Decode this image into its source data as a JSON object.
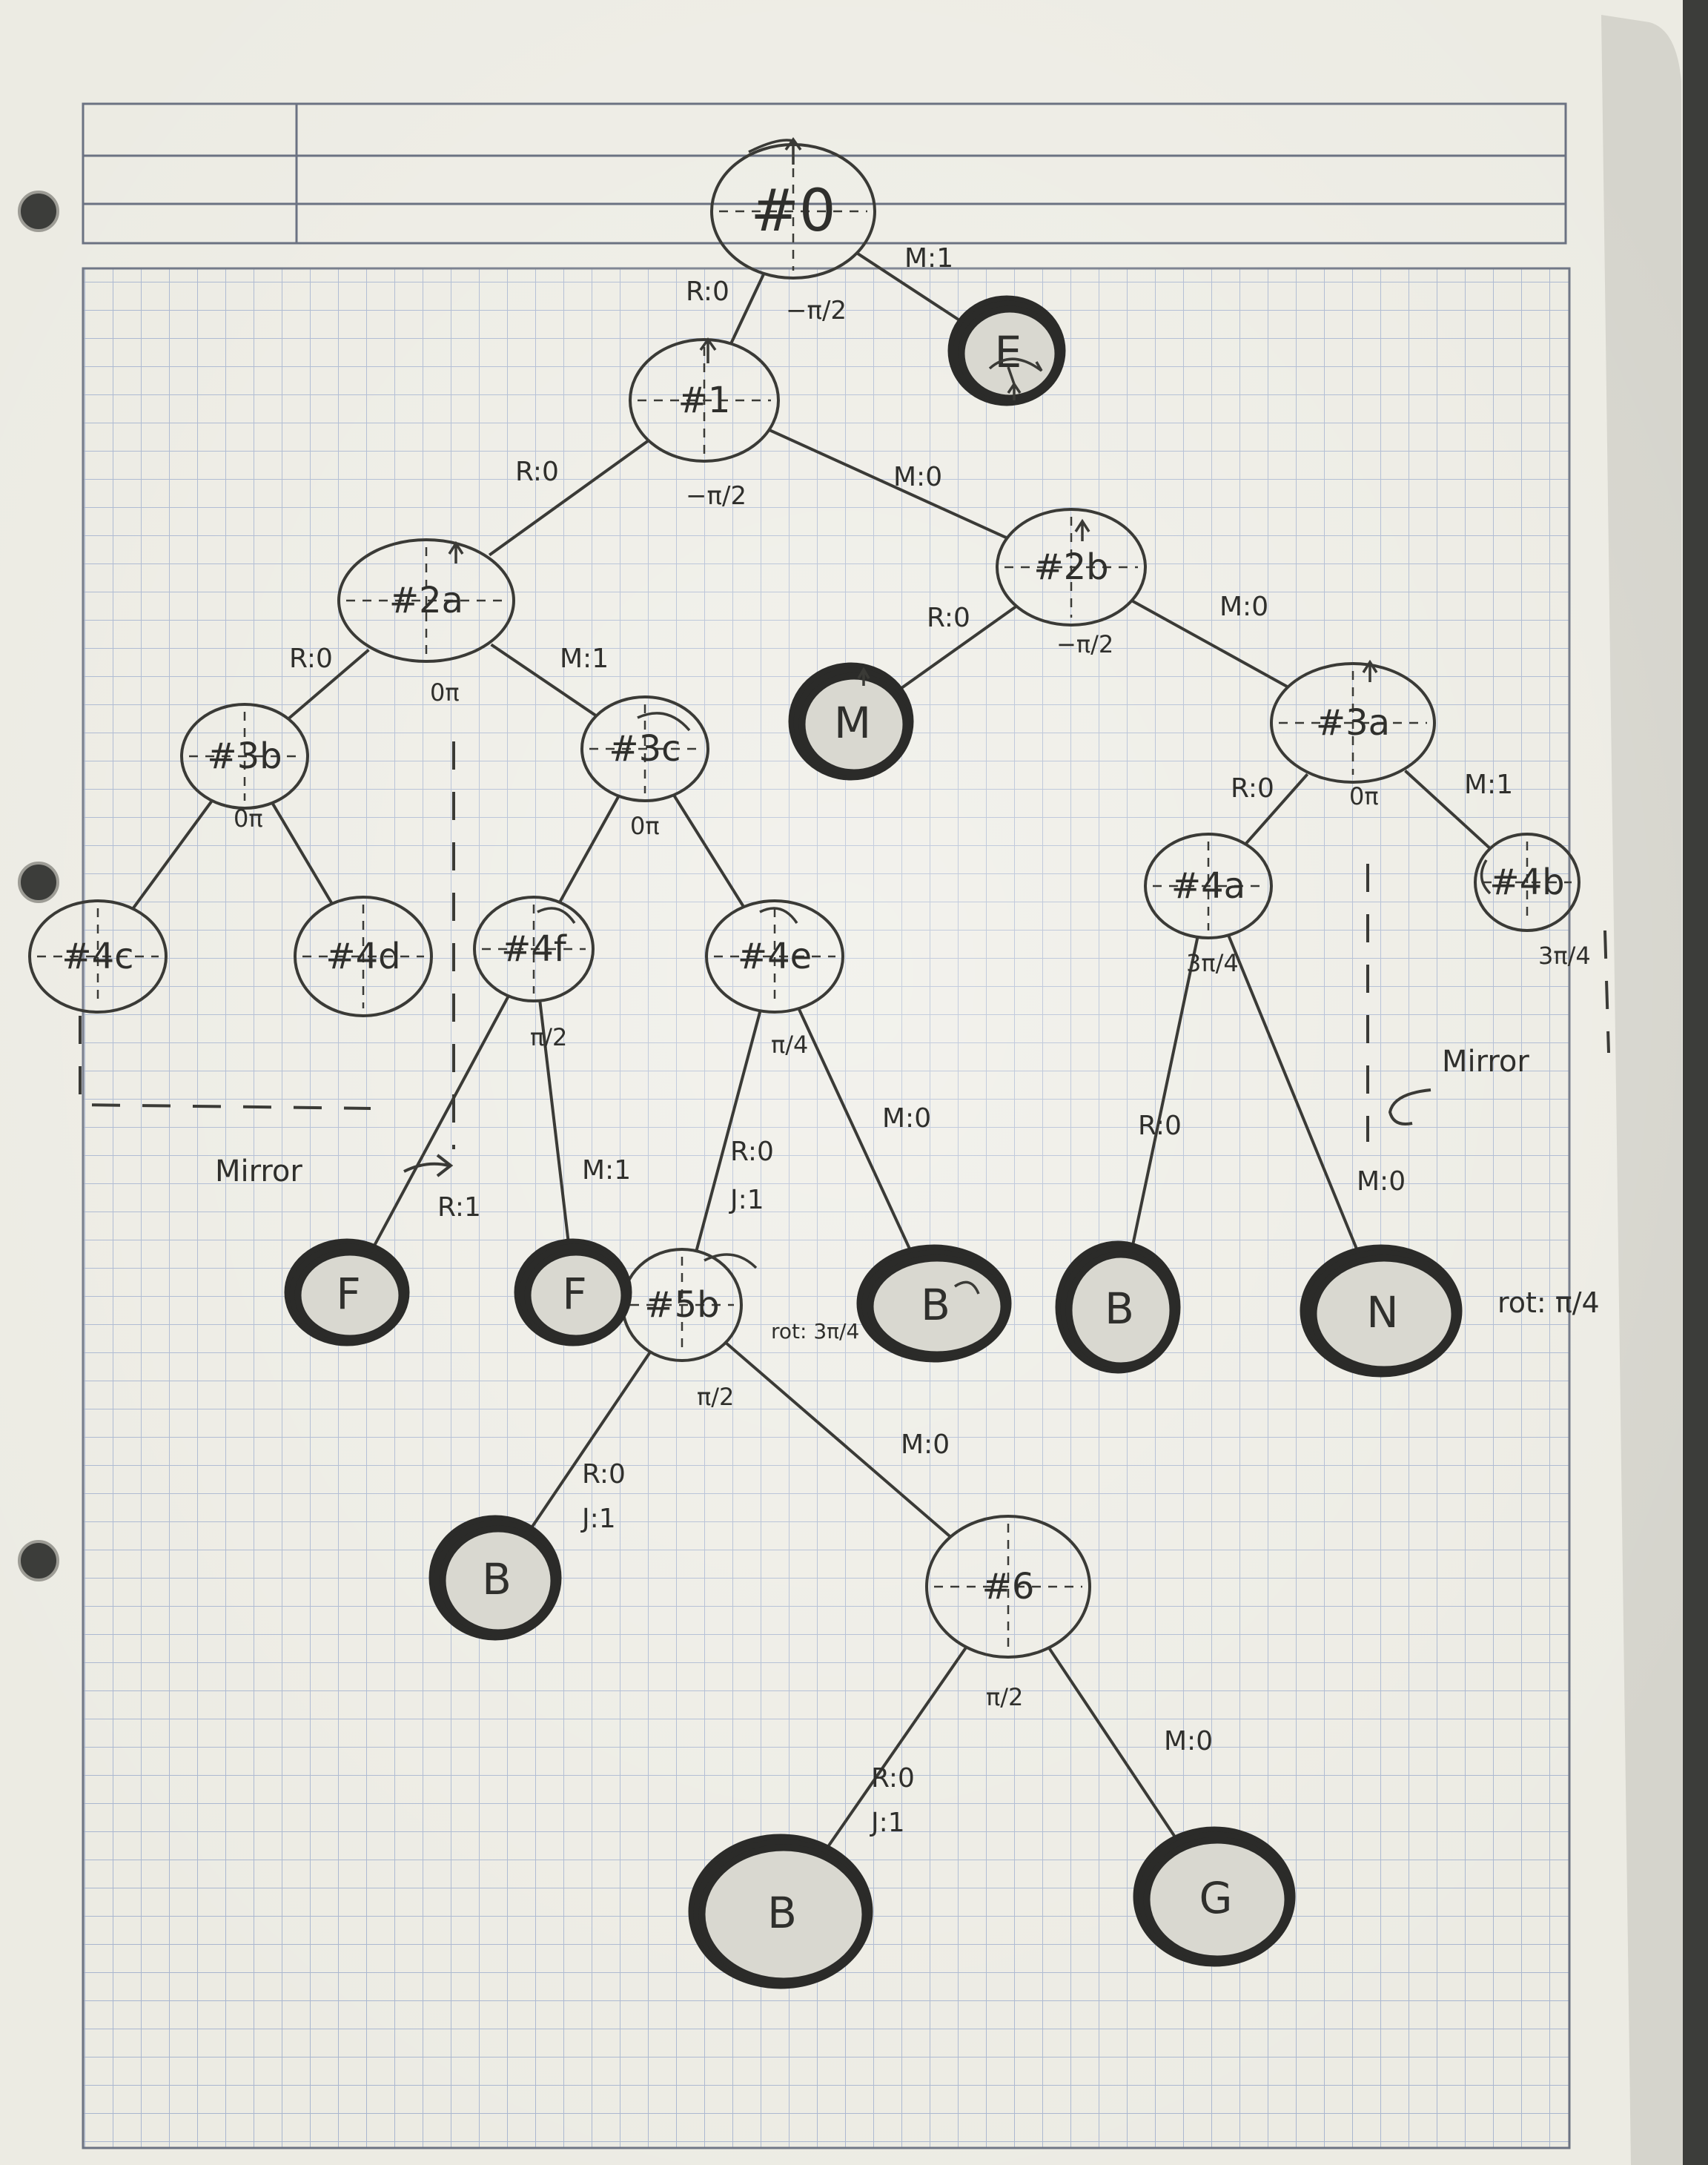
{
  "colors": {
    "paper": "#ecebe3",
    "grid": "#a9b6cf",
    "frame": "#6b7282",
    "pencil": "#3a3a36",
    "leaf_ring": "#2b2b29",
    "leaf_fill": "#d9d8d0"
  },
  "header_box": {
    "rows": 3,
    "cols": 2
  },
  "binder_holes": 3,
  "nodes": {
    "n0": {
      "label": "#0",
      "kind": "node"
    },
    "n1": {
      "label": "#1",
      "kind": "node"
    },
    "n2a": {
      "label": "#2a",
      "kind": "node"
    },
    "n2b": {
      "label": "#2b",
      "kind": "node"
    },
    "n3a": {
      "label": "#3a",
      "kind": "node"
    },
    "n3b": {
      "label": "#3b",
      "kind": "node"
    },
    "n3c": {
      "label": "#3c",
      "kind": "node"
    },
    "n4a": {
      "label": "#4a",
      "kind": "node"
    },
    "n4b": {
      "label": "#4b",
      "kind": "node"
    },
    "n4c": {
      "label": "#4c",
      "kind": "node"
    },
    "n4d": {
      "label": "#4d",
      "kind": "node"
    },
    "n4e": {
      "label": "#4e",
      "kind": "node"
    },
    "n4f": {
      "label": "#4f",
      "kind": "node"
    },
    "n5": {
      "label": "#5b",
      "kind": "node"
    },
    "n6": {
      "label": "#6",
      "kind": "node"
    },
    "lE": {
      "label": "E",
      "kind": "leaf"
    },
    "lM": {
      "label": "M",
      "kind": "leaf"
    },
    "lF1": {
      "label": "F",
      "kind": "leaf"
    },
    "lF2": {
      "label": "F",
      "kind": "leaf"
    },
    "lB1": {
      "label": "B",
      "kind": "leaf"
    },
    "lB2": {
      "label": "B",
      "kind": "leaf"
    },
    "lN": {
      "label": "N",
      "kind": "leaf"
    },
    "lB3": {
      "label": "B",
      "kind": "leaf"
    },
    "lB4": {
      "label": "B",
      "kind": "leaf"
    },
    "lG": {
      "label": "G",
      "kind": "leaf"
    }
  },
  "edges": [
    {
      "from": "n0",
      "to": "n1"
    },
    {
      "from": "n0",
      "to": "lE"
    },
    {
      "from": "n1",
      "to": "n2a"
    },
    {
      "from": "n1",
      "to": "n2b"
    },
    {
      "from": "n2a",
      "to": "n3b"
    },
    {
      "from": "n2a",
      "to": "n3c"
    },
    {
      "from": "n2b",
      "to": "lM"
    },
    {
      "from": "n2b",
      "to": "n3a"
    },
    {
      "from": "n3b",
      "to": "n4c"
    },
    {
      "from": "n3b",
      "to": "n4d"
    },
    {
      "from": "n3c",
      "to": "n4f"
    },
    {
      "from": "n3c",
      "to": "n4e"
    },
    {
      "from": "n3a",
      "to": "n4a"
    },
    {
      "from": "n3a",
      "to": "n4b"
    },
    {
      "from": "n4f",
      "to": "lF1"
    },
    {
      "from": "n4f",
      "to": "lF2"
    },
    {
      "from": "n4e",
      "to": "n5"
    },
    {
      "from": "n4e",
      "to": "lB1"
    },
    {
      "from": "n4a",
      "to": "lB2"
    },
    {
      "from": "n4a",
      "to": "lN"
    },
    {
      "from": "n5",
      "to": "lB3"
    },
    {
      "from": "n5",
      "to": "n6"
    },
    {
      "from": "n6",
      "to": "lB4"
    },
    {
      "from": "n6",
      "to": "lG"
    }
  ],
  "labels": {
    "e0_r": "R:0",
    "e0_m": "M:1",
    "a0": "−π/2",
    "e1_r": "R:0",
    "e1_m": "M:0",
    "a1": "−π/2",
    "e2a_r": "R:0",
    "e2a_m": "M:1",
    "a2a": "0π",
    "e2b_r": "R:0",
    "e2b_m": "M:0",
    "a2b": "−π/2",
    "a3b": "0π",
    "a3c": "0π",
    "e3a_r": "R:0",
    "e3a_m": "M:1",
    "a3a": "0π",
    "a4a": "3π/4",
    "a4b": "3π/4",
    "a4f": "π/2",
    "a4e": "π/4",
    "e4f_r": "R:1",
    "e4f_m": "M:1",
    "e4e_r": "R:0",
    "e4e_j": "J:1",
    "e4e_m": "M:0",
    "e4a_r": "R:0",
    "e4a_m": "M:0",
    "mirror_left": "Mirror",
    "mirror_right": "Mirror",
    "rot_n": "rot: π/4",
    "rot_5": "rot: 3π/4",
    "a5": "π/2",
    "e5_r": "R:0",
    "e5_j": "J:1",
    "e5_m": "M:0",
    "a6": "π/2",
    "e6_r": "R:0",
    "e6_j": "J:1",
    "e6_m": "M:0"
  }
}
